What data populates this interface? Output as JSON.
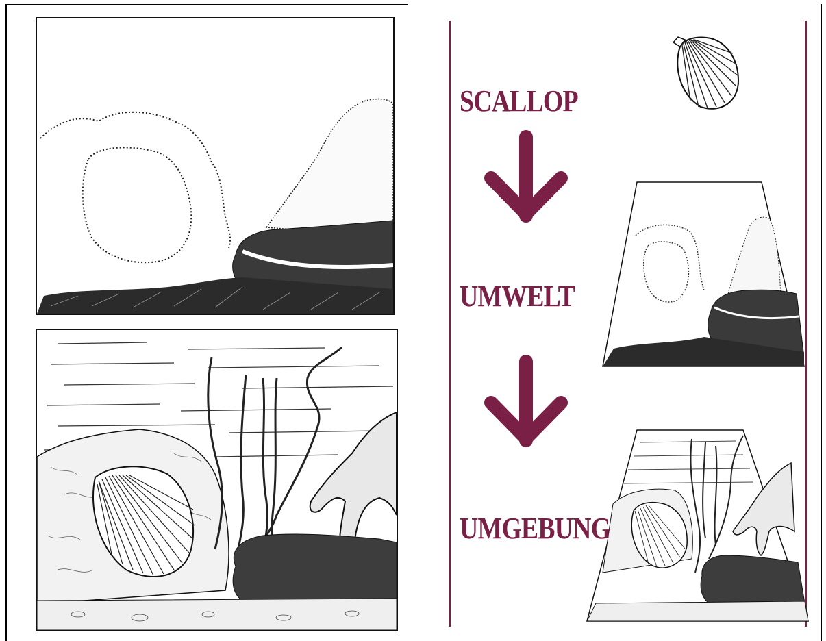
{
  "labels": {
    "scallop": "SCALLOP",
    "umwelt": "UMWELT",
    "umgebung": "UMGEBUNG"
  },
  "colors": {
    "accent": "#7a1f46",
    "ink": "#111111",
    "paper": "#ffffff"
  },
  "icons": {
    "arrow": "down-arrow-icon",
    "shell": "scallop-shell-icon"
  }
}
